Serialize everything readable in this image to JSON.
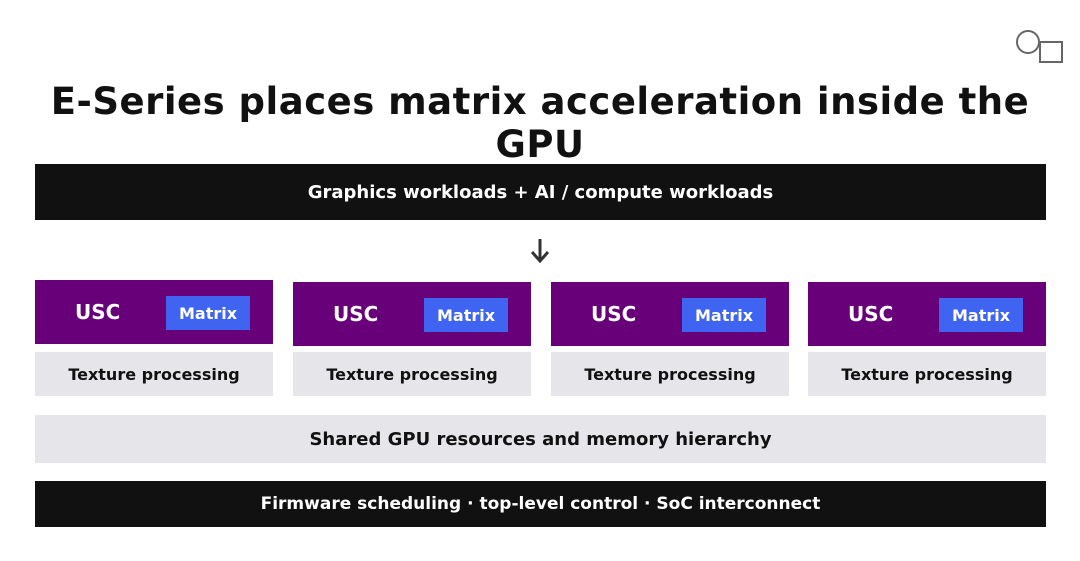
{
  "logo": {
    "icon": "circle-square-logo-icon"
  },
  "title": "E-Series places matrix acceleration inside the GPU",
  "workloads_bar": "Graphics workloads + AI / compute workloads",
  "arrow": {
    "icon": "arrow-down-icon"
  },
  "clusters": [
    {
      "usc": "USC",
      "matrix": "Matrix",
      "texture": "Texture processing"
    },
    {
      "usc": "USC",
      "matrix": "Matrix",
      "texture": "Texture processing"
    },
    {
      "usc": "USC",
      "matrix": "Matrix",
      "texture": "Texture processing"
    },
    {
      "usc": "USC",
      "matrix": "Matrix",
      "texture": "Texture processing"
    }
  ],
  "shared_bar": "Shared GPU resources and memory hierarchy",
  "firmware_bar": "Firmware scheduling · top-level control · SoC interconnect",
  "colors": {
    "dark": "#111111",
    "usc_purple": "#68007a",
    "matrix_blue": "#3f64f2",
    "light_gray": "#e6e6ea"
  }
}
